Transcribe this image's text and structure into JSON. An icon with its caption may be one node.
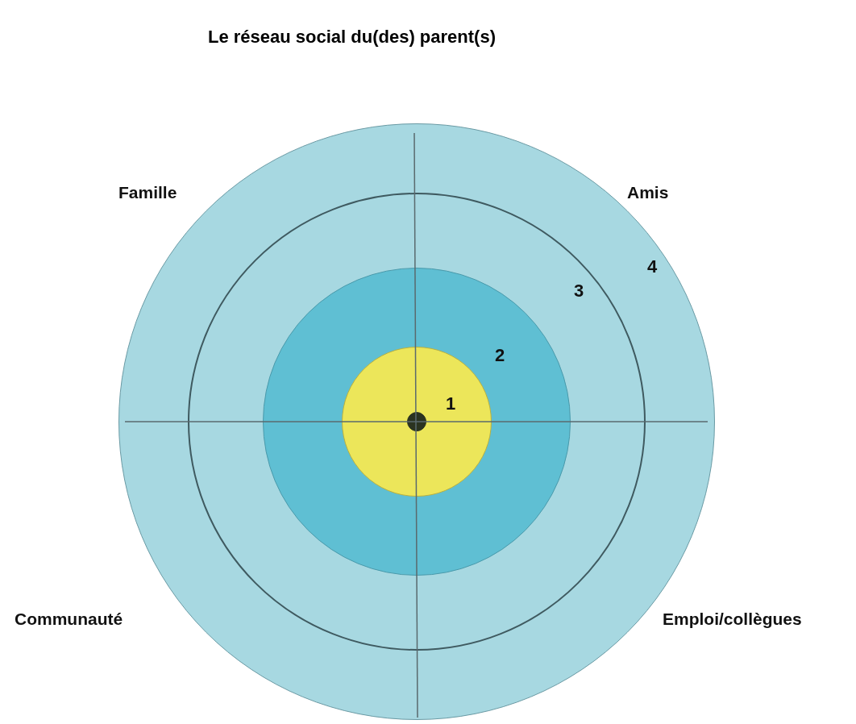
{
  "diagram": {
    "title": "Le réseau social du(des) parent(s)",
    "nodes": [
      {
        "text": [
          "4"
        ]
      },
      {
        "text": [
          "3"
        ],
        "in": 0
      },
      {
        "text": [
          "2"
        ],
        "in": 1
      },
      {
        "text": [
          "1"
        ],
        "in": 2
      },
      {
        "text": [],
        "shape": "circle",
        "in": 3
      }
    ],
    "labels": [
      "Famille",
      "Amis",
      "Communauté",
      "Emploi/collègues"
    ]
  }
}
